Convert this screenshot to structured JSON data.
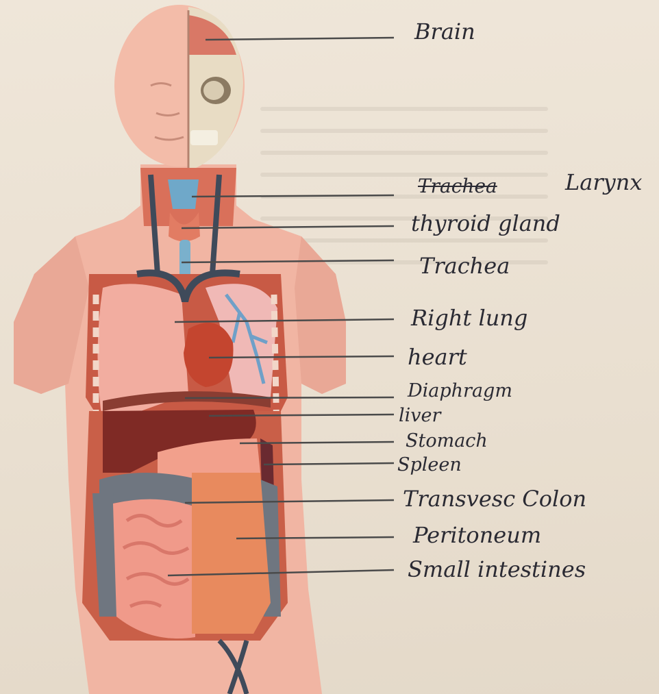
{
  "labels": {
    "brain": "Brain",
    "larynx_struck": "Trachea",
    "larynx": "Larynx",
    "thyroid": "thyroid gland",
    "trachea": "Trachea",
    "right_lung": "Right lung",
    "heart": "heart",
    "diaphragm": "Diaphragm",
    "liver": "liver",
    "stomach": "Stomach",
    "spleen": "Spleen",
    "transverse_colon": "Transvesc Colon",
    "peritoneum": "Peritoneum",
    "small_intestines": "Small intestines"
  },
  "colors": {
    "paper": "#ece3d5",
    "skin": "#f1b5a3",
    "muscle": "#d9705a",
    "lung": "#f2ada0",
    "liver": "#7f2a25",
    "intestine": "#f09a8a",
    "colon": "#6f7680",
    "peritoneum": "#e88a5e",
    "line": "#4a4a4a",
    "ink": "#2a2a33"
  }
}
